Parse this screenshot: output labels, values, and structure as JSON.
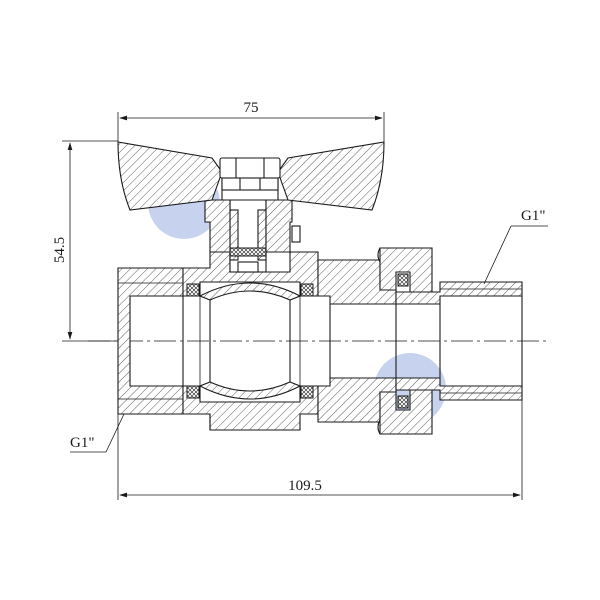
{
  "dimensions": {
    "top_width": "75",
    "height": "54.5",
    "overall_length": "109.5"
  },
  "thread_labels": {
    "right": "G1\"",
    "left": "G1\""
  },
  "colors": {
    "line": "#1a1a1a",
    "watermark": "#b9c8ea"
  }
}
